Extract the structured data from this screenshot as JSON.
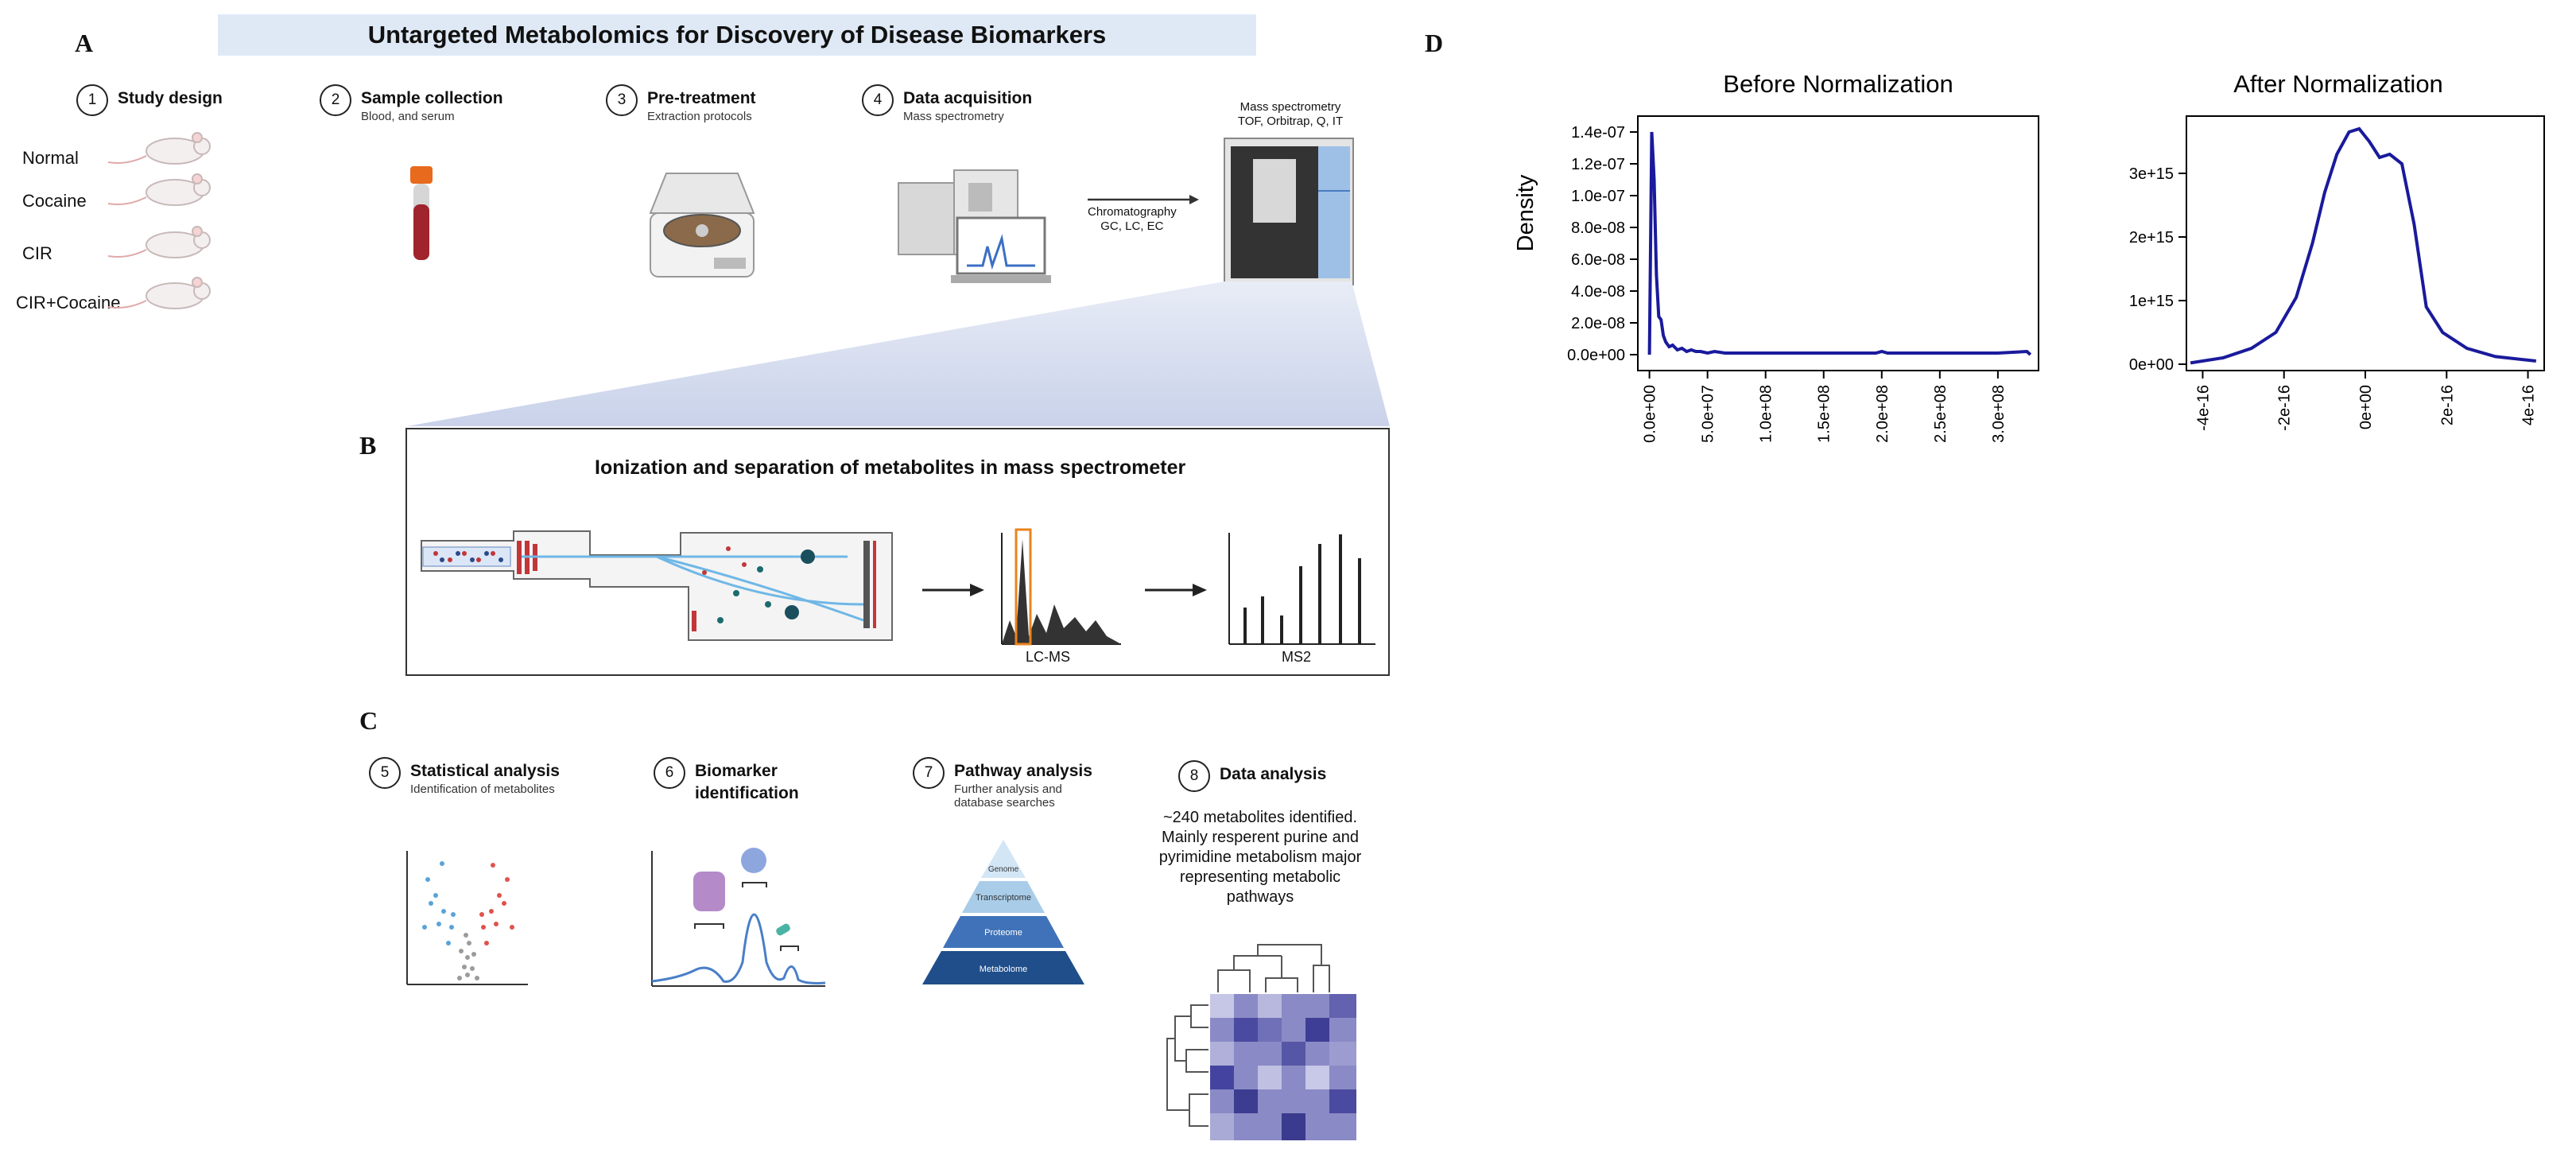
{
  "panels": {
    "a": "A",
    "b": "B",
    "c": "C",
    "d": "D"
  },
  "banner_title": "Untargeted Metabolomics for Discovery of Disease Biomarkers",
  "steps": [
    {
      "num": "1",
      "title": "Study design",
      "sub": ""
    },
    {
      "num": "2",
      "title": "Sample collection",
      "sub": "Blood, and serum"
    },
    {
      "num": "3",
      "title": "Pre-treatment",
      "sub": "Extraction protocols"
    },
    {
      "num": "4",
      "title": "Data acquisition",
      "sub": "Mass spectrometry"
    },
    {
      "num": "5",
      "title": "Statistical analysis",
      "sub": "Identification of metabolites"
    },
    {
      "num": "6",
      "title": "Biomarker identification",
      "sub": ""
    },
    {
      "num": "7",
      "title": "Pathway analysis",
      "sub": "Further analysis and database searches"
    },
    {
      "num": "8",
      "title": "Data analysis",
      "sub": ""
    }
  ],
  "groups": [
    "Normal",
    "Cocaine",
    "CIR",
    "CIR+Cocaine"
  ],
  "ms_label": {
    "line1": "Mass spectrometry",
    "line2": "TOF, Orbitrap, Q, IT"
  },
  "chromatography": {
    "line1": "Chromatography",
    "line2": "GC, LC, EC"
  },
  "panel_b_title": "Ionization and separation of metabolites in mass spectrometer",
  "panel_b_captions": {
    "lcms": "LC-MS",
    "ms2": "MS2"
  },
  "pyramid_levels": [
    "Genome",
    "Transcriptome",
    "Proteome",
    "Metabolome"
  ],
  "data_analysis_text": "~240 metabolites identified. Mainly resperent  purine and pyrimidine metabolism major representing metabolic pathways",
  "colors": {
    "banner": "#dfe9f6",
    "density_line": "#1a1a9c",
    "heatmap": "#6b6bb5"
  },
  "chart_data": [
    {
      "type": "line",
      "title": "Before  Normalization",
      "ylabel": "Density",
      "xlabel": "",
      "xlim": [
        -10000000.0,
        335000000.0
      ],
      "ylim": [
        -1e-08,
        1.5e-07
      ],
      "x_ticks": [
        "0.0e+00",
        "5.0e+07",
        "1.0e+08",
        "1.5e+08",
        "2.0e+08",
        "2.5e+08",
        "3.0e+08"
      ],
      "x_tick_values": [
        0,
        50000000.0,
        100000000.0,
        150000000.0,
        200000000.0,
        250000000.0,
        300000000.0
      ],
      "y_ticks": [
        "0.0e+00",
        "2.0e-08",
        "4.0e-08",
        "6.0e-08",
        "8.0e-08",
        "1.0e-07",
        "1.2e-07",
        "1.4e-07"
      ],
      "y_tick_values": [
        0,
        2e-08,
        4e-08,
        6e-08,
        8e-08,
        1e-07,
        1.2e-07,
        1.4e-07
      ],
      "x": [
        0,
        2000000.0,
        4000000.0,
        6000000.0,
        8000000.0,
        10000000.0,
        12000000.0,
        14000000.0,
        17000000.0,
        20000000.0,
        24000000.0,
        28000000.0,
        32000000.0,
        36000000.0,
        40000000.0,
        44000000.0,
        50000000.0,
        56000000.0,
        65000000.0,
        75000000.0,
        100000000.0,
        150000000.0,
        195000000.0,
        200000000.0,
        205000000.0,
        250000000.0,
        300000000.0,
        325000000.0,
        328000000.0
      ],
      "y": [
        0,
        1.4e-07,
        1.1e-07,
        5e-08,
        2.4e-08,
        2.2e-08,
        1.2e-08,
        8e-09,
        5e-09,
        6e-09,
        3e-09,
        4e-09,
        2e-09,
        3e-09,
        2e-09,
        2e-09,
        1e-09,
        2e-09,
        1e-09,
        1e-09,
        1e-09,
        1e-09,
        1e-09,
        2e-09,
        1e-09,
        1e-09,
        1e-09,
        2e-09,
        0
      ]
    },
    {
      "type": "line",
      "title": "After  Normalization",
      "ylabel": "",
      "xlabel": "",
      "xlim": [
        -4.4e-16,
        4.4e-16
      ],
      "ylim": [
        -100000000000000.0,
        3900000000000000.0
      ],
      "x_ticks": [
        "-4e-16",
        "-2e-16",
        "0e+00",
        "2e-16",
        "4e-16"
      ],
      "x_tick_values": [
        -4e-16,
        -2e-16,
        0,
        2e-16,
        4e-16
      ],
      "y_ticks": [
        "0e+00",
        "1e+15",
        "2e+15",
        "3e+15"
      ],
      "y_tick_values": [
        0,
        1000000000000000.0,
        2000000000000000.0,
        3000000000000000.0
      ],
      "x": [
        -4.3e-16,
        -3.5e-16,
        -2.8e-16,
        -2.2e-16,
        -1.7e-16,
        -1.3e-16,
        -1e-16,
        -7e-17,
        -4e-17,
        -1.5e-17,
        1e-17,
        3.5e-17,
        6e-17,
        9e-17,
        1.2e-16,
        1.5e-16,
        1.9e-16,
        2.5e-16,
        3.2e-16,
        4.2e-16
      ],
      "y": [
        20000000000000.0,
        100000000000000.0,
        250000000000000.0,
        500000000000000.0,
        1050000000000000.0,
        1900000000000000.0,
        2700000000000000.0,
        3300000000000000.0,
        3650000000000000.0,
        3700000000000000.0,
        3500000000000000.0,
        3250000000000000.0,
        3300000000000000.0,
        3150000000000000.0,
        2200000000000000.0,
        900000000000000.0,
        500000000000000.0,
        250000000000000.0,
        120000000000000.0,
        50000000000000.0
      ]
    }
  ]
}
